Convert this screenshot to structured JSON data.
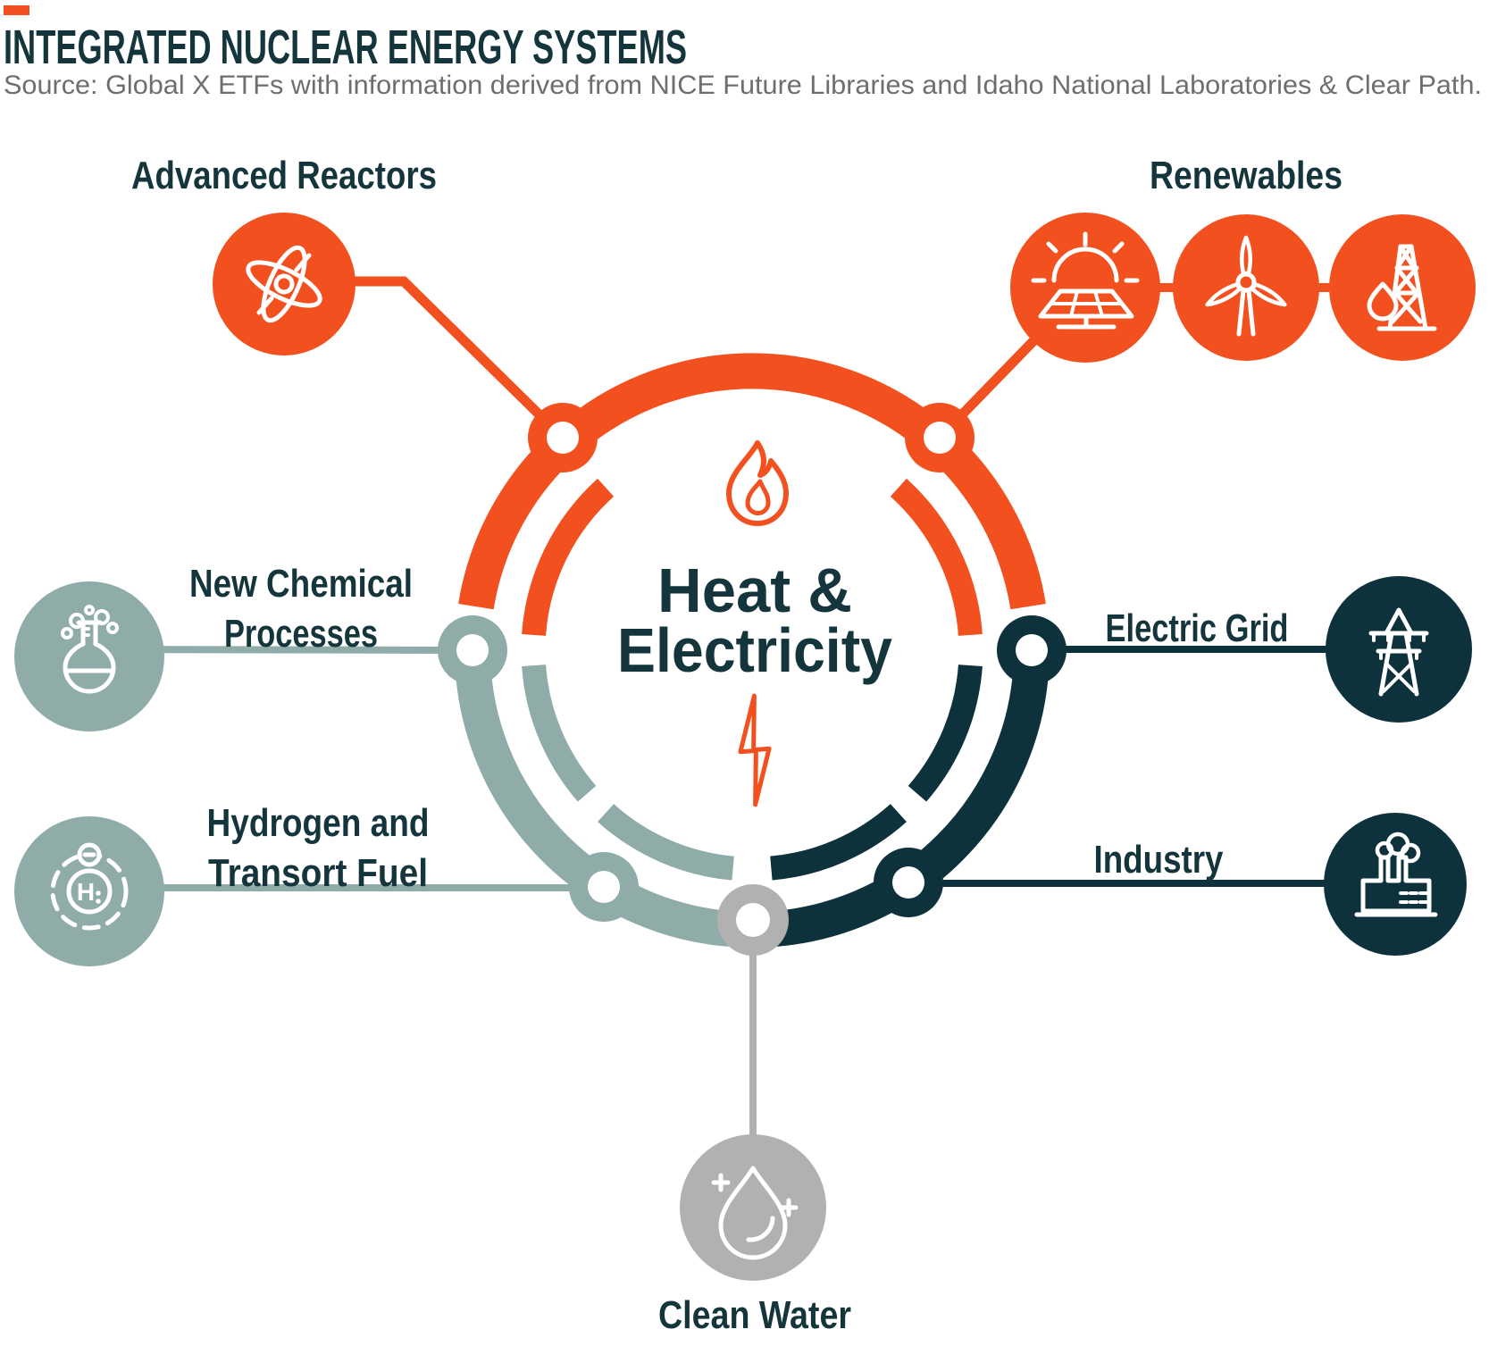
{
  "header": {
    "title": "INTEGRATED NUCLEAR ENERGY SYSTEMS",
    "source": "Source: Global X ETFs with information derived from NICE Future Libraries and Idaho National Laboratories & Clear Path."
  },
  "center": {
    "line1": "Heat &",
    "line2": "Electricity"
  },
  "labels": {
    "advanced_reactors": "Advanced Reactors",
    "renewables": "Renewables",
    "new_chemical": {
      "line1": "New Chemical",
      "line2": "Processes"
    },
    "hydrogen": {
      "line1": "Hydrogen and",
      "line2": "Transort Fuel"
    },
    "electric_grid": "Electric Grid",
    "industry": "Industry",
    "clean_water": "Clean Water"
  },
  "icons": {
    "hydrogen_symbol": "H",
    "names": [
      "atom-icon",
      "solar-panel-icon",
      "wind-turbine-icon",
      "geothermal-rig-icon",
      "flask-icon",
      "hydrogen-atom-icon",
      "transmission-tower-icon",
      "factory-icon",
      "water-drop-icon",
      "flame-icon",
      "lightning-bolt-icon"
    ]
  },
  "colors": {
    "orange": "#F2501F",
    "sage": "#8FACA9",
    "navy": "#0E323C",
    "gray": "#B1B1B1",
    "heading": "#15353D",
    "muted": "#6D6E70"
  }
}
